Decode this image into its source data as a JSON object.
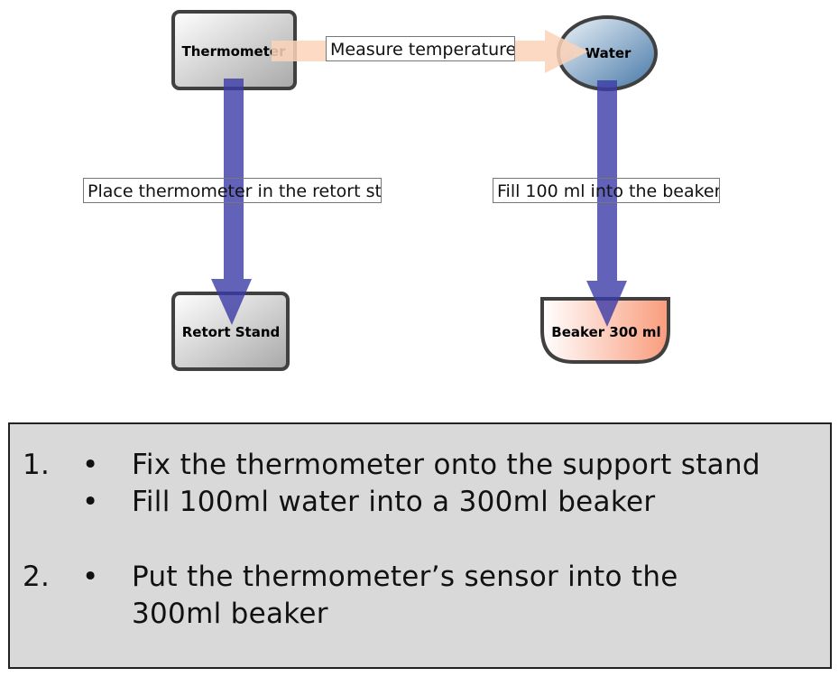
{
  "diagram": {
    "nodes": {
      "thermometer": {
        "label": "Thermometer",
        "shape": "rounded-rectangle",
        "fill_from": "#ffffff",
        "fill_to": "#a8a8a8"
      },
      "water": {
        "label": "Water",
        "shape": "ellipse",
        "fill_from": "#e8f0f8",
        "fill_to": "#4a7aa8"
      },
      "retort_stand": {
        "label": "Retort Stand",
        "shape": "rounded-rectangle",
        "fill_from": "#ffffff",
        "fill_to": "#a8a8a8"
      },
      "beaker": {
        "label": "Beaker 300 ml",
        "shape": "beaker",
        "fill_from": "#ffffff",
        "fill_to": "#f7a080"
      }
    },
    "edges": [
      {
        "from": "thermometer",
        "to": "water",
        "label": "Measure temperature",
        "color": "#fcd3b8"
      },
      {
        "from": "thermometer",
        "to": "retort_stand",
        "label": "Place thermometer in the retort sta",
        "color": "#3b3ba8"
      },
      {
        "from": "water",
        "to": "beaker",
        "label": "Fill 100 ml into the beaker",
        "color": "#3b3ba8"
      }
    ],
    "stroke_color": "#404040"
  },
  "notes": {
    "steps": [
      {
        "number": "1.",
        "bullets": [
          "Fix the thermometer onto the support stand",
          "Fill 100ml water into a 300ml beaker"
        ]
      },
      {
        "number": "2.",
        "bullets": [
          "Put the thermometer’s sensor into the",
          "300ml beaker"
        ]
      }
    ],
    "background": "#d9d9d9"
  }
}
